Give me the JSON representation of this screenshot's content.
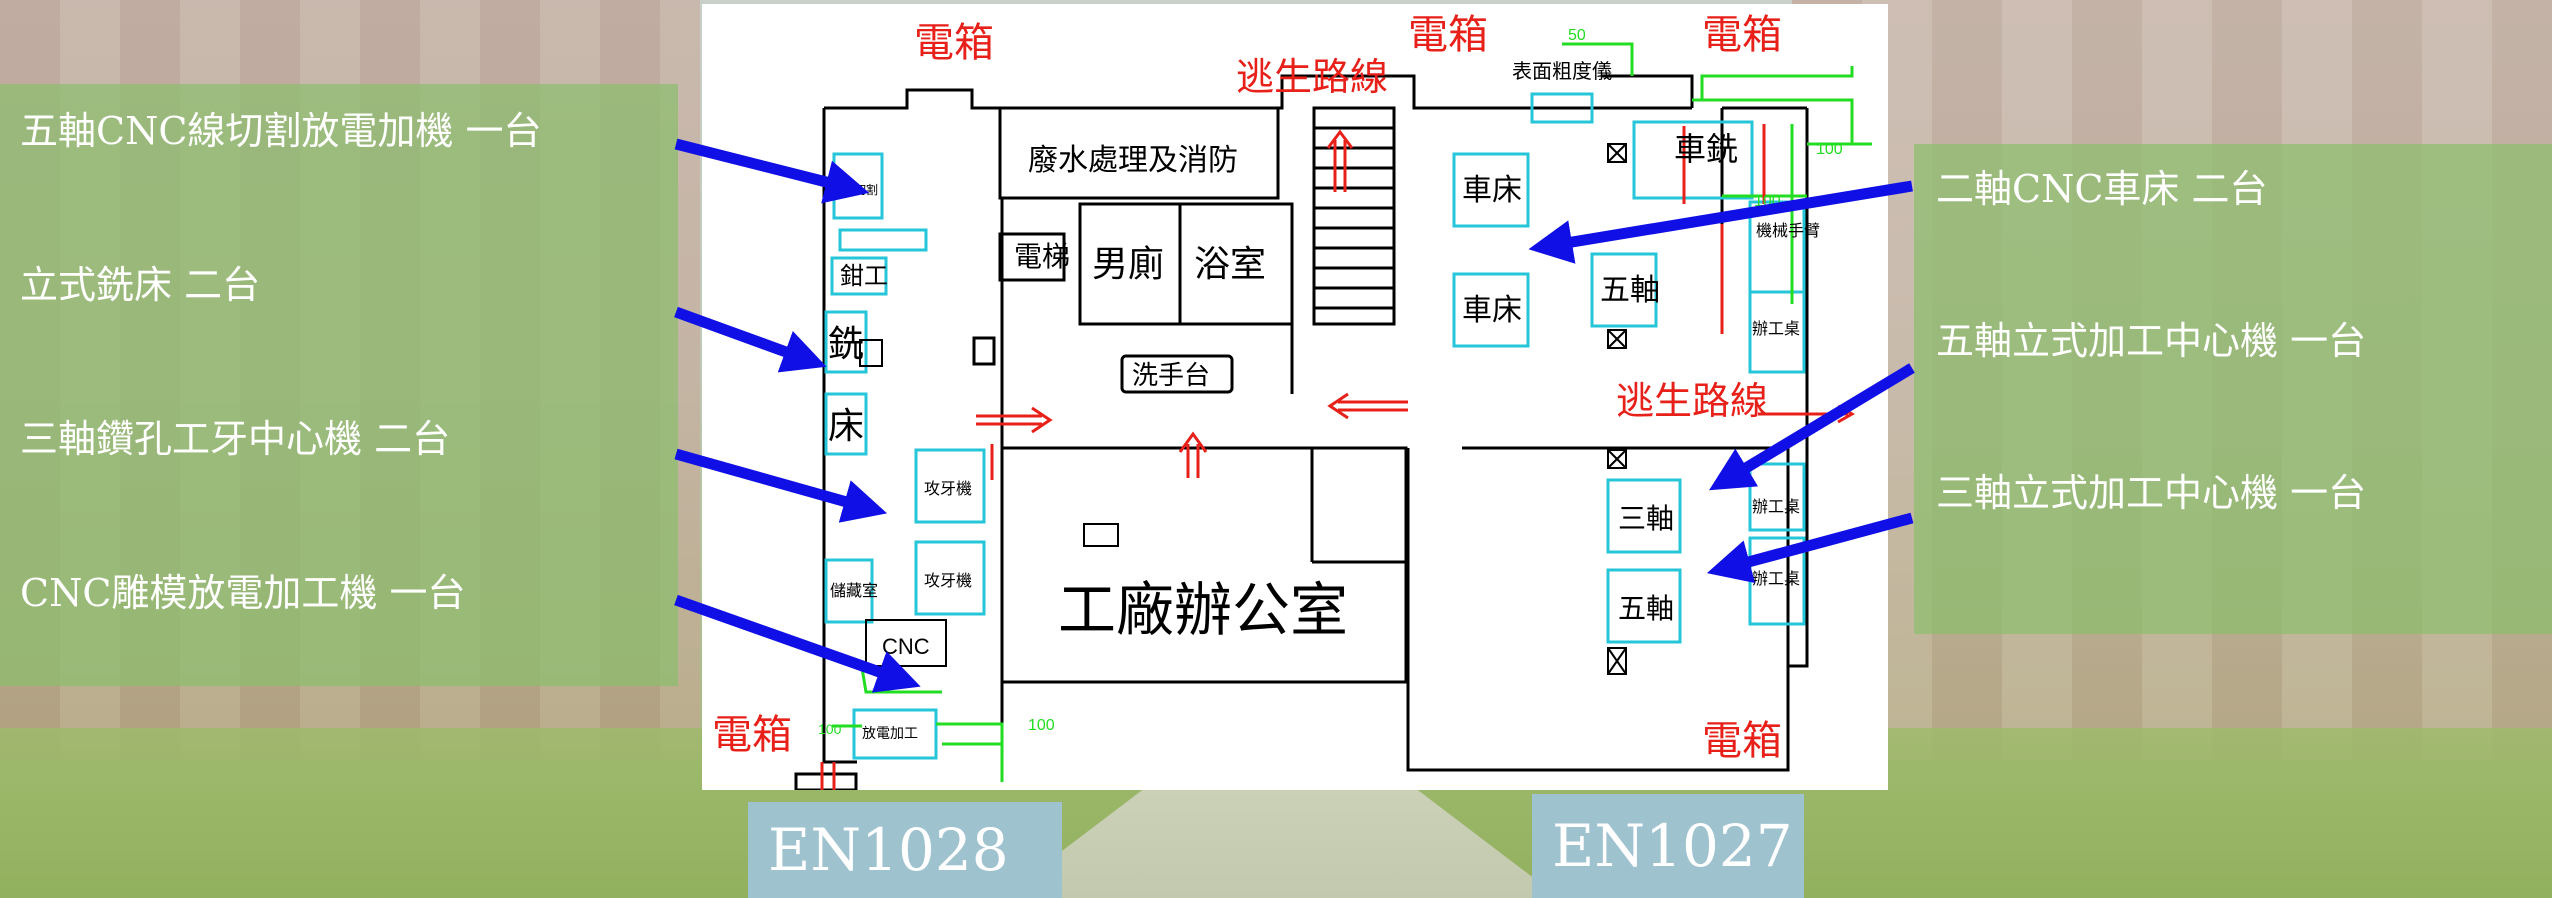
{
  "left_labels": [
    "五軸CNC線切割放電加機 一台",
    "立式銑床 二台",
    "三軸鑽孔工牙中心機 二台",
    "CNC雕模放電加工機 一台"
  ],
  "right_labels": [
    "二軸CNC車床 二台",
    "五軸立式加工中心機 一台",
    "三軸立式加工中心機 一台"
  ],
  "room_tags": [
    "EN1028",
    "EN1027"
  ],
  "plan": {
    "electric_box": "電箱",
    "escape_route": "逃生路線",
    "surface_gauge": "表面粗度儀",
    "wastewater": "廢水處理及消防",
    "elevator": "電梯",
    "mens_toilet": "男廁",
    "bathroom": "浴室",
    "wash_basin": "洗手台",
    "office": "工廠辦公室",
    "wire_cut": "線切割",
    "fitter": "鉗工",
    "milling_1": "銑",
    "milling_2": "床",
    "tapping_1": "攻牙機",
    "tapping_2": "攻牙機",
    "storage": "儲藏室",
    "cnc": "CNC",
    "edm": "放電加工",
    "lathe_1": "車床",
    "lathe_2": "車床",
    "five_axis_top": "五軸",
    "turn_mill": "車銑",
    "robot_arm": "機械手臂",
    "workbench_1": "辦工桌",
    "workbench_2": "辦工桌",
    "workbench_3": "辦工桌",
    "three_axis": "三軸",
    "five_axis_bottom": "五軸",
    "dim_100": "100",
    "dim_50": "50"
  },
  "colors": {
    "accent_red": "#e8201a",
    "arrow_blue": "#1010e6",
    "cyan": "#26c6d9",
    "green": "#22dd22"
  }
}
